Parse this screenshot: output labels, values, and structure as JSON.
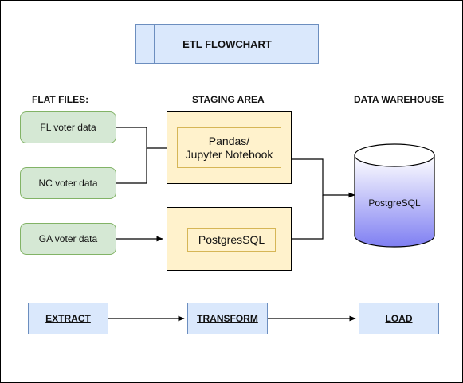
{
  "title": "ETL FLOWCHART",
  "headers": {
    "flat_files": "FLAT FILES:",
    "staging_area": "STAGING AREA",
    "data_warehouse": "DATA WAREHOUSE"
  },
  "flat_files": [
    "FL voter data",
    "NC voter data",
    "GA voter data"
  ],
  "staging": {
    "pandas": "Pandas/\nJupyter Notebook",
    "postgres": "PostgresSQL"
  },
  "warehouse": "PostgreSQL",
  "steps": [
    "EXTRACT",
    "TRANSFORM",
    "LOAD"
  ],
  "colors": {
    "green_fill": "#d5e8d4",
    "green_stroke": "#82b366",
    "blue_fill": "#dae8fc",
    "blue_stroke": "#6c8ebf",
    "yellow_fill": "#fff2cc",
    "yellow_stroke": "#d6b656",
    "cylinder_top": "#ffffff",
    "cylinder_bottom": "#7f7ff2"
  }
}
